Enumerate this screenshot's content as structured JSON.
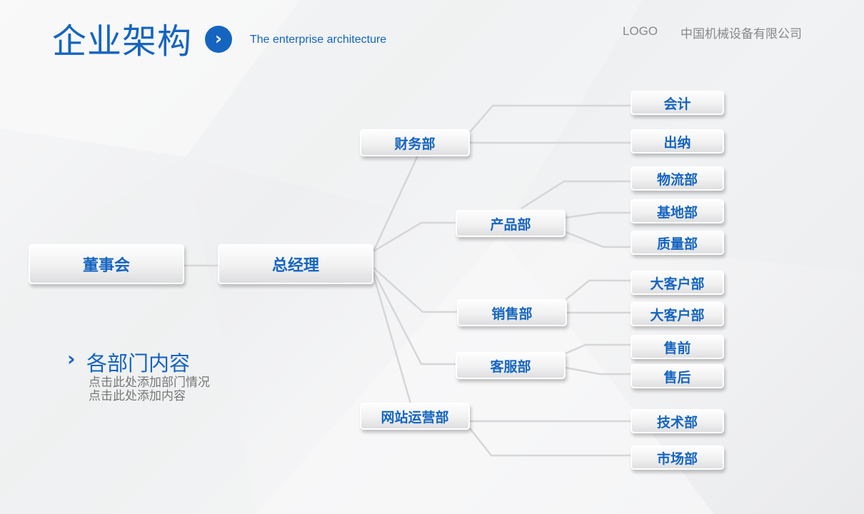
{
  "header": {
    "title": "企业架构",
    "subtitle": "The enterprise architecture",
    "logo": "LOGO",
    "company": "中国机械设备有限公司",
    "arrow_icon": "chevron-right-circle"
  },
  "org": {
    "board": "董事会",
    "gm": "总经理",
    "departments": [
      "财务部",
      "产品部",
      "销售部",
      "客服部",
      "网站运营部"
    ],
    "leaves": [
      "会计",
      "出纳",
      "物流部",
      "基地部",
      "质量部",
      "大客户部",
      "大客户部",
      "售前",
      "售后",
      "技术部",
      "市场部"
    ]
  },
  "section": {
    "title": "各部门内容",
    "lines": [
      "点击此处添加部门情况",
      "点击此处添加内容"
    ]
  },
  "colors": {
    "accent": "#1565c0",
    "line": "#d6d6d8"
  }
}
